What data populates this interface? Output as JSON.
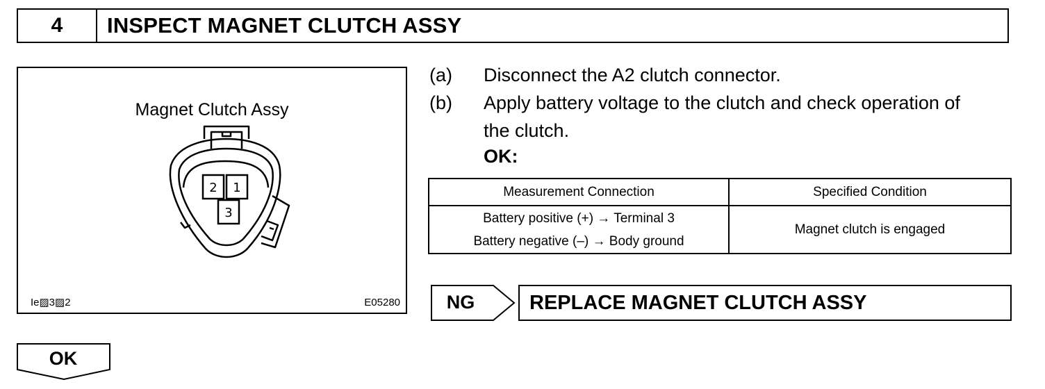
{
  "step": {
    "number": "4",
    "title": "INSPECT MAGNET CLUTCH ASSY"
  },
  "figure": {
    "title": "Magnet Clutch Assy",
    "terminals": [
      "2",
      "1",
      "3"
    ],
    "code_left": "Ie▨3▨2",
    "code_right": "E05280"
  },
  "instructions": [
    {
      "label": "(a)",
      "text": "Disconnect the A2 clutch connector."
    },
    {
      "label": "(b)",
      "text": "Apply battery voltage to the clutch and check operation of",
      "text2": "the clutch."
    }
  ],
  "ok_heading": "OK:",
  "spec_table": {
    "headers": [
      "Measurement Connection",
      "Specified Condition"
    ],
    "connection_lines": [
      "Battery positive (+) → Terminal 3",
      "Battery negative (–) → Body ground"
    ],
    "condition": "Magnet clutch is engaged"
  },
  "ng": {
    "label": "NG",
    "action": "REPLACE MAGNET CLUTCH ASSY"
  },
  "ok_next": {
    "label": "OK"
  }
}
